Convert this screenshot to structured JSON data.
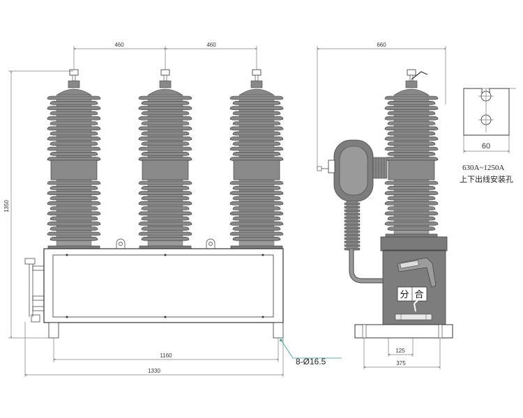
{
  "dimensions": {
    "phase_spacing_left": "460",
    "phase_spacing_right": "460",
    "total_height": "1350",
    "mounting_span": "1160",
    "overall_width": "1330",
    "side_depth": "660",
    "foot_inner": "125",
    "foot_outer": "375",
    "terminal_width": "60",
    "mounting_holes": "8-Ø16.5"
  },
  "labels": {
    "terminal_current_range": "630A~1250A",
    "terminal_description": "上下出线安装孔",
    "indicator_open": "分",
    "indicator_close": "合"
  },
  "colors": {
    "insulator": "#888888",
    "enclosure": "#7d7d7d",
    "callout_line": "#2a9d8f",
    "dimension_line": "#333333"
  }
}
